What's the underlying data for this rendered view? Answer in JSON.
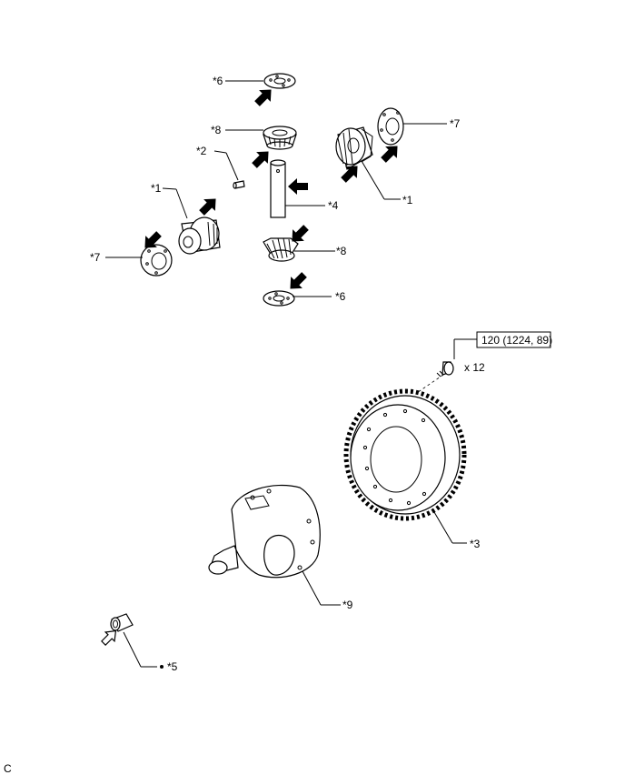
{
  "labels": {
    "l6_top": "*6",
    "l8_top": "*8",
    "l2": "*2",
    "l1_left": "*1",
    "l7_left": "*7",
    "l4": "*4",
    "l8_bottom": "*8",
    "l6_bottom": "*6",
    "l7_right": "*7",
    "l1_right": "*1",
    "l3": "*3",
    "l9": "*9",
    "l5": "*5"
  },
  "torque_spec": "120 (1224, 89)",
  "bolt_qty": "x 12",
  "corner_mark": "C",
  "icons": {
    "apply_grease": "black-arrow-icon",
    "new_part": "filled-circle-icon",
    "installation_direction": "outline-arrow-icon"
  }
}
